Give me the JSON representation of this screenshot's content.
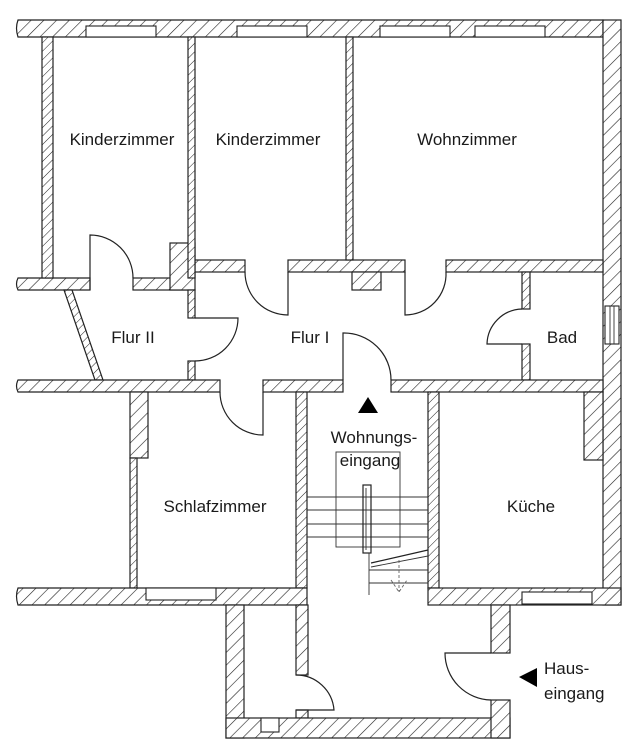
{
  "plan": {
    "title": "Grundriss Wohnung",
    "rooms": [
      {
        "id": "kinderzimmer-1",
        "label": "Kinderzimmer"
      },
      {
        "id": "kinderzimmer-2",
        "label": "Kinderzimmer"
      },
      {
        "id": "wohnzimmer",
        "label": "Wohnzimmer"
      },
      {
        "id": "flur-2",
        "label": "Flur II"
      },
      {
        "id": "flur-1",
        "label": "Flur I"
      },
      {
        "id": "bad",
        "label": "Bad"
      },
      {
        "id": "schlafzimmer",
        "label": "Schlafzimmer"
      },
      {
        "id": "kueche",
        "label": "Küche"
      }
    ],
    "entrances": {
      "wohnungseingang": {
        "line1": "Wohnungs-",
        "line2": "eingang",
        "icon": "triangle-up"
      },
      "hauseingang": {
        "line1": "Haus-",
        "line2": "eingang",
        "icon": "triangle-left"
      }
    },
    "colors": {
      "wall_stroke": "#222222",
      "label": "#1a1a1a",
      "background": "#ffffff"
    }
  }
}
